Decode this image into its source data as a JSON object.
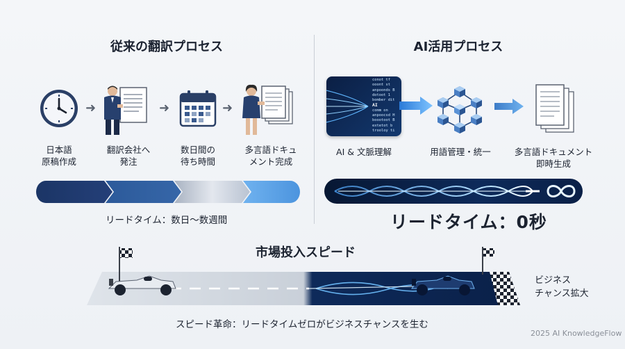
{
  "left": {
    "title": "従来の翻訳プロセス",
    "steps": [
      {
        "label": "日本語\n原稿作成",
        "icon": "clock-icon"
      },
      {
        "label": "翻訳会社へ\n発注",
        "icon": "businessman-document-icon"
      },
      {
        "label": "数日間の\n待ち時間",
        "icon": "calendar-icon"
      },
      {
        "label": "多言語ドキュ\nメント完成",
        "icon": "businesswoman-documents-icon"
      }
    ],
    "leadtime": "リードタイム：数日〜数週間"
  },
  "right": {
    "title": "AI活用プロセス",
    "steps": [
      {
        "label": "AI & 文脈理解",
        "icon": "ai-screen-icon"
      },
      {
        "label": "用語管理・統一",
        "icon": "network-cubes-icon"
      },
      {
        "label": "多言語ドキュメント\n即時生成",
        "icon": "documents-stack-icon"
      }
    ],
    "ai_screen_lines": [
      "conot tf",
      "ooont st",
      "anpoonds B",
      "dotoot 1",
      "bomber dit",
      "AI",
      "comm on",
      "anpoocsd H",
      "boootoot B",
      "extetot b",
      "trooloy ti"
    ],
    "leadtime": "リードタイム：0秒"
  },
  "speed": {
    "title": "市場投入スピード",
    "right_note": "ビジネス\nチャンス拡大"
  },
  "footer": {
    "tagline": "スピード革命：リードタイムゼロがビジネスチャンスを生む",
    "credit": "2025 AI KnowledgeFlow"
  },
  "colors": {
    "navy": "#1e3a6e",
    "blue": "#2f5d9e",
    "light_blue": "#5ea4e6",
    "glow": "#7fc4ff",
    "dark_bg": "#0b1f44"
  }
}
